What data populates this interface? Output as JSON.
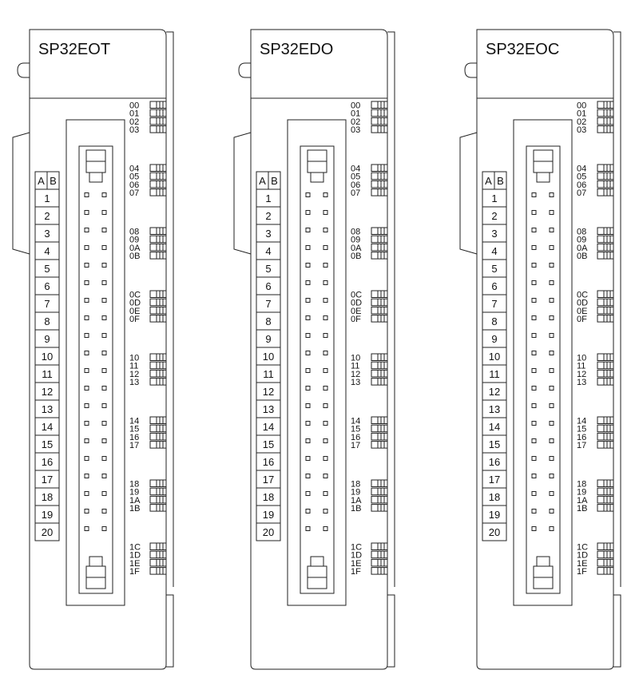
{
  "modules": [
    {
      "name": "SP32EOT"
    },
    {
      "name": "SP32EDO"
    },
    {
      "name": "SP32EOC"
    }
  ],
  "column_header": {
    "a": "A",
    "b": "B"
  },
  "pin_rows": [
    "1",
    "2",
    "3",
    "4",
    "5",
    "6",
    "7",
    "8",
    "9",
    "10",
    "11",
    "12",
    "13",
    "14",
    "15",
    "16",
    "17",
    "18",
    "19",
    "20"
  ],
  "led_labels": [
    [
      "00",
      "01",
      "02",
      "03"
    ],
    [
      "04",
      "05",
      "06",
      "07"
    ],
    [
      "08",
      "09",
      "0A",
      "0B"
    ],
    [
      "0C",
      "0D",
      "0E",
      "0F"
    ],
    [
      "10",
      "11",
      "12",
      "13"
    ],
    [
      "14",
      "15",
      "16",
      "17"
    ],
    [
      "18",
      "19",
      "1A",
      "1B"
    ],
    [
      "1C",
      "1D",
      "1E",
      "1F"
    ]
  ]
}
